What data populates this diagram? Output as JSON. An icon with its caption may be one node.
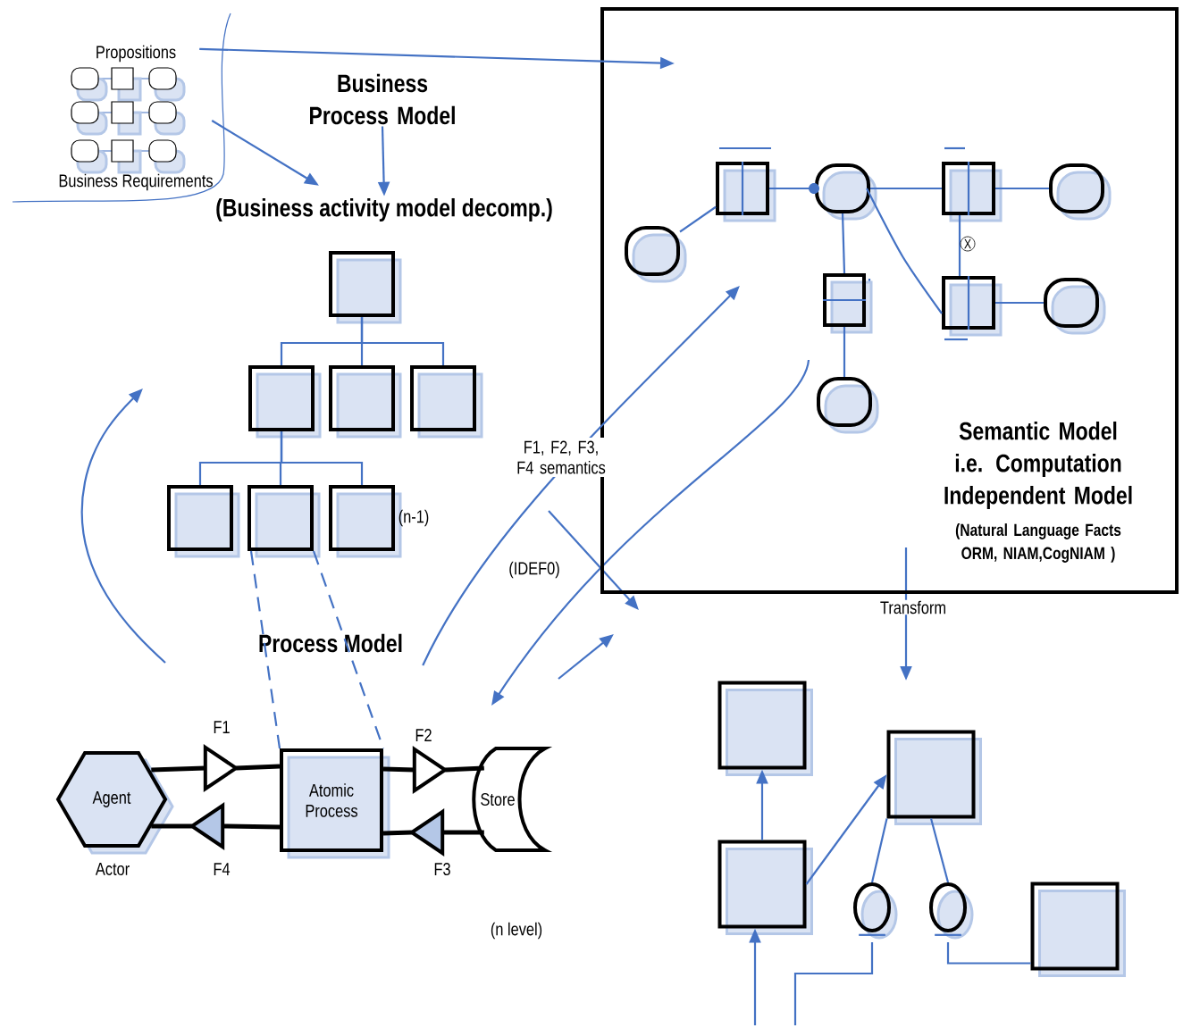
{
  "diagram": {
    "nodes": [
      {
        "text": [
          "Propositions",
          "Business Requirements"
        ]
      },
      {
        "text": [
          "Business Process Model"
        ]
      },
      {
        "text": [
          "(Business activity model decomp.)"
        ]
      },
      {
        "text": [
          "Semantic Model i.e. Computation Independent Model",
          "(Natural Language Facts ORM, NIAM,CogNIAM )"
        ]
      },
      {
        "text": [],
        "shape": "oval",
        "in": 3
      },
      {
        "text": [],
        "shape": "box",
        "in": 3
      },
      {
        "text": [],
        "shape": "oval",
        "in": 3
      },
      {
        "text": [],
        "shape": "box",
        "in": 3
      },
      {
        "text": [],
        "shape": "oval",
        "in": 3
      },
      {
        "text": [],
        "shape": "box",
        "in": 3
      },
      {
        "text": [],
        "shape": "box",
        "in": 3
      },
      {
        "text": [],
        "shape": "oval",
        "in": 3
      },
      {
        "text": [],
        "shape": "oval",
        "in": 3
      },
      {
        "text": [],
        "shape": "box"
      },
      {
        "text": [],
        "shape": "box"
      },
      {
        "text": [],
        "shape": "box"
      },
      {
        "text": [],
        "shape": "box"
      },
      {
        "text": [],
        "shape": "box"
      },
      {
        "text": [],
        "shape": "box"
      },
      {
        "text": [],
        "shape": "box",
        "beside": [
          "(n-1)"
        ]
      },
      {
        "text": [
          "Process Model"
        ]
      },
      {
        "text": [
          "Agent"
        ],
        "beside": [
          "Actor"
        ]
      },
      {
        "text": [],
        "shape": "triangle",
        "beside": [
          "F1"
        ]
      },
      {
        "text": [
          "Atomic Process"
        ]
      },
      {
        "text": [],
        "shape": "triangle",
        "beside": [
          "F2"
        ]
      },
      {
        "text": [
          "Store"
        ]
      },
      {
        "text": [],
        "shape": "triangle",
        "beside": [
          "F4"
        ]
      },
      {
        "text": [],
        "shape": "triangle",
        "beside": [
          "F3"
        ]
      },
      {
        "text": [],
        "shape": "box"
      },
      {
        "text": [],
        "shape": "box"
      },
      {
        "text": [],
        "shape": "box"
      },
      {
        "text": [],
        "shape": "ellipse"
      },
      {
        "text": [],
        "shape": "ellipse"
      },
      {
        "text": [],
        "shape": "box"
      }
    ],
    "edges": [
      {
        "from": 0,
        "to": 3,
        "arrow": "to"
      },
      {
        "from": 0,
        "to": 2,
        "arrow": "to"
      },
      {
        "from": 1,
        "to": 2,
        "arrow": "to"
      },
      {
        "from": 4,
        "to": 5,
        "arrow": "none"
      },
      {
        "from": 5,
        "to": 6,
        "arrow": "none"
      },
      {
        "from": 6,
        "to": 7,
        "arrow": "none"
      },
      {
        "from": 7,
        "to": 8,
        "arrow": "none"
      },
      {
        "from": 6,
        "to": 9,
        "arrow": "none"
      },
      {
        "from": 9,
        "to": 12,
        "arrow": "none"
      },
      {
        "from": 6,
        "to": 10,
        "arrow": "none"
      },
      {
        "from": 7,
        "to": 10,
        "arrow": "none",
        "label": "X"
      },
      {
        "from": 10,
        "to": 11,
        "arrow": "none"
      },
      {
        "from": 13,
        "to": 14,
        "arrow": "none"
      },
      {
        "from": 13,
        "to": 15,
        "arrow": "none"
      },
      {
        "from": 13,
        "to": 16,
        "arrow": "none"
      },
      {
        "from": 14,
        "to": 17,
        "arrow": "none"
      },
      {
        "from": 14,
        "to": 18,
        "arrow": "none"
      },
      {
        "from": 14,
        "to": 19,
        "arrow": "none"
      },
      {
        "from": 18,
        "to": 23,
        "arrow": "none",
        "style": "dashed"
      },
      {
        "from": 18,
        "to": 23,
        "arrow": "none",
        "style": "dashed"
      },
      {
        "from": 20,
        "to": null,
        "arrow": "to",
        "label": "F1, F2, F3, F4 semantics"
      },
      {
        "from": 21,
        "to": 22,
        "arrow": "none",
        "style": "thick",
        "color": "#000000"
      },
      {
        "from": 22,
        "to": 23,
        "arrow": "none",
        "style": "thick",
        "color": "#000000"
      },
      {
        "from": 23,
        "to": 26,
        "arrow": "none",
        "style": "thick",
        "color": "#000000"
      },
      {
        "from": 26,
        "to": 21,
        "arrow": "none",
        "style": "thick",
        "color": "#000000"
      },
      {
        "from": 23,
        "to": 24,
        "arrow": "none",
        "style": "thick",
        "color": "#000000"
      },
      {
        "from": 24,
        "to": 25,
        "arrow": "none",
        "style": "thick",
        "color": "#000000"
      },
      {
        "from": 25,
        "to": 27,
        "arrow": "none",
        "style": "thick",
        "color": "#000000"
      },
      {
        "from": 27,
        "to": 23,
        "arrow": "none",
        "style": "thick",
        "color": "#000000"
      },
      {
        "from": 30,
        "to": 28,
        "arrow": "to"
      },
      {
        "from": 30,
        "to": 29,
        "arrow": "to"
      },
      {
        "from": 29,
        "to": 31,
        "arrow": "none"
      },
      {
        "from": 29,
        "to": 32,
        "arrow": "none"
      },
      {
        "from": 32,
        "to": 33,
        "arrow": "none"
      },
      {
        "from": null,
        "to": 30,
        "arrow": "to"
      },
      {
        "from": 31,
        "to": null,
        "arrow": "none"
      }
    ],
    "labels": [
      "(IDEF0)",
      "Transform",
      "(n level)"
    ]
  }
}
